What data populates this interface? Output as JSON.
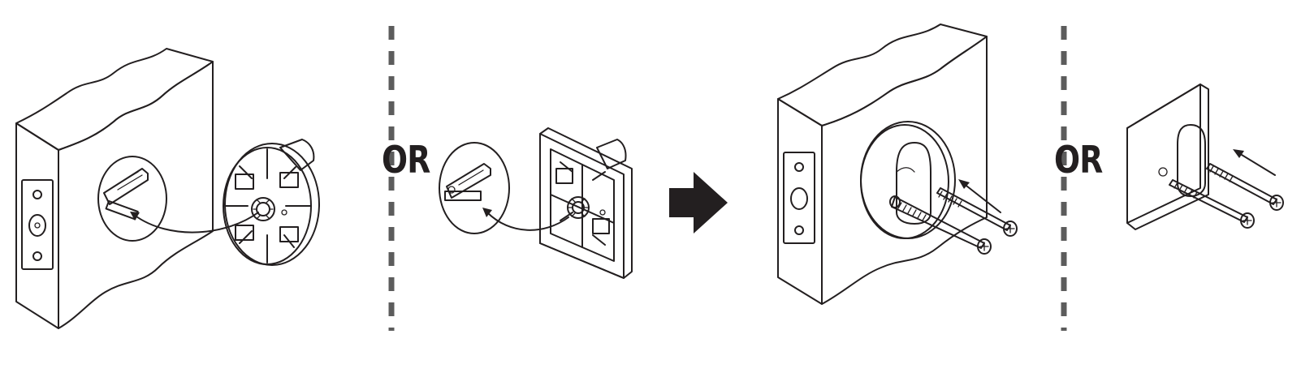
{
  "diagram": {
    "separator_labels": [
      "OR",
      "OR"
    ],
    "colors": {
      "ink": "#231f20",
      "door_face": "#e6e6e6",
      "door_edge": "#ffffff",
      "door_top": "#c9c9c9",
      "bore_hole": "#7d7d7d",
      "divider": "#5c5c5c"
    },
    "icons": [
      "door-panel",
      "round-adapter-plate",
      "square-adapter-plate",
      "curved-arrow",
      "step-arrow",
      "mounting-screw",
      "direction-arrow"
    ]
  }
}
